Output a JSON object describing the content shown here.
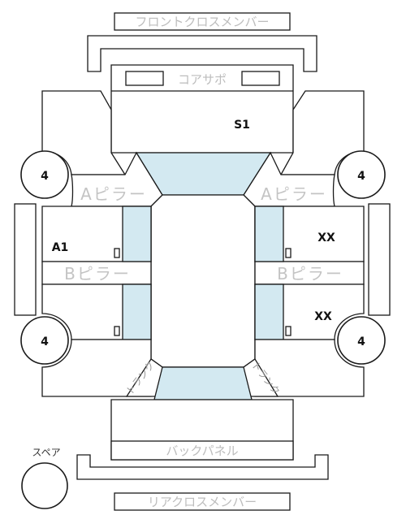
{
  "labels": {
    "front_cross_member": "フロントクロスメンバー",
    "core_support": "コアサポ",
    "a_pillar": "Aピラー",
    "b_pillar": "Bピラー",
    "back_panel": "バックパネル",
    "rear_cross_member": "リアクロスメンバー",
    "spare": "スペア",
    "trunk": "トランク"
  },
  "markers": {
    "s1": "S1",
    "a1": "A1",
    "xx_right_front": "XX",
    "xx_right_rear": "XX"
  },
  "wheels": {
    "front_left": "4",
    "front_right": "4",
    "rear_left": "4",
    "rear_right": "4"
  },
  "colors": {
    "glass": "#d3e9f1",
    "outline": "#1a1a1a",
    "label_gray": "#bdbdbd"
  }
}
